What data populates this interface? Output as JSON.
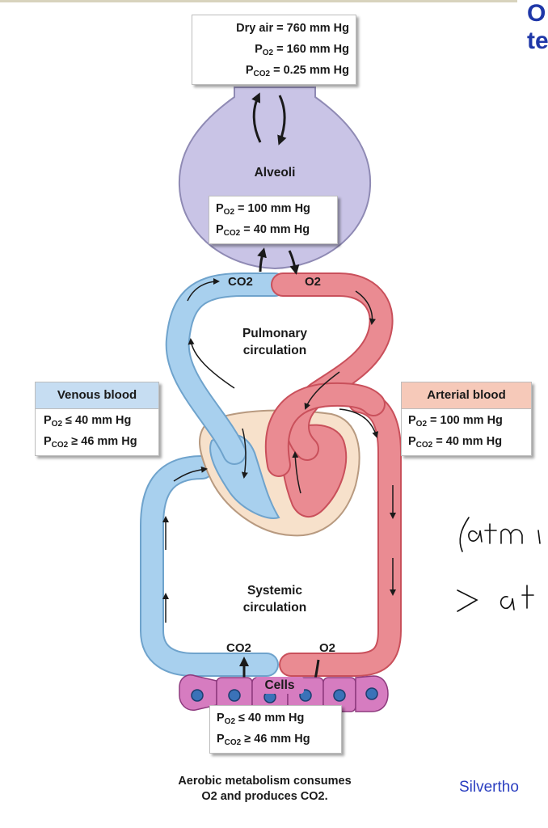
{
  "heading": {
    "line1": "O",
    "line2": "te"
  },
  "atmosphere_box": {
    "line1": "Dry air = 760 mm Hg",
    "po2_label": "P",
    "po2_sub": "O2",
    "po2_value": " = 160 mm Hg",
    "pco2_label": "P",
    "pco2_sub": "CO2",
    "pco2_value": " = 0.25 mm Hg"
  },
  "alveoli": {
    "label": "Alveoli",
    "po2_label": "P",
    "po2_sub": "O2",
    "po2_value": " = 100 mm Hg",
    "pco2_label": "P",
    "pco2_sub": "CO2",
    "pco2_value": " = 40 mm Hg"
  },
  "pulmonary": {
    "line1": "Pulmonary",
    "line2": "circulation",
    "co2": "CO2",
    "o2": "O2"
  },
  "systemic": {
    "line1": "Systemic",
    "line2": "circulation",
    "co2": "CO2",
    "o2": "O2"
  },
  "venous_box": {
    "title": "Venous blood",
    "po2_label": "P",
    "po2_sub": "O2",
    "po2_value": " ≤ 40 mm Hg",
    "pco2_label": "P",
    "pco2_sub": "CO2",
    "pco2_value": " ≥ 46 mm Hg"
  },
  "arterial_box": {
    "title": "Arterial blood",
    "po2_label": "P",
    "po2_sub": "O2",
    "po2_value": " = 100 mm Hg",
    "pco2_label": "P",
    "pco2_sub": "CO2",
    "pco2_value": " = 40 mm Hg"
  },
  "cells": {
    "label": "Cells",
    "po2_label": "P",
    "po2_sub": "O2",
    "po2_value": " ≤ 40 mm Hg",
    "pco2_label": "P",
    "pco2_sub": "CO2",
    "pco2_value": " ≥ 46 mm Hg"
  },
  "caption": {
    "line1": "Aerobic metabolism consumes",
    "line2": "O2 and produces CO2."
  },
  "credit": "Silvertho",
  "colors": {
    "venous": "#a8d0ee",
    "venous_edge": "#6fa3cc",
    "arterial": "#ea8b92",
    "arterial_edge": "#c9505b",
    "alveolus": "#c9c4e6",
    "heart_wall": "#f7e1cb",
    "cells": "#d67cc0",
    "heading": "#1f37a8"
  }
}
